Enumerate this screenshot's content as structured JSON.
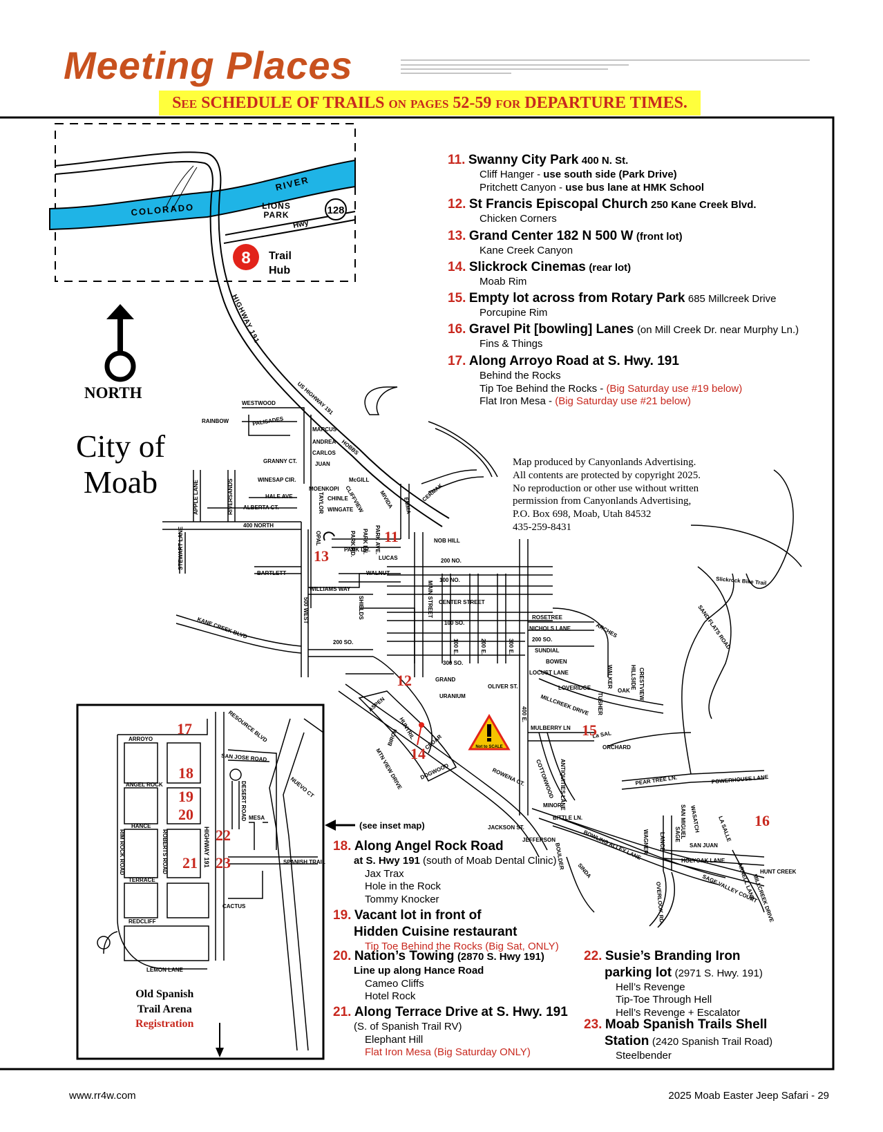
{
  "title": "Meeting Places",
  "schedule_banner": "See SCHEDULE OF TRAILS on pages 52-59 for DEPARTURE TIMES.",
  "map": {
    "river_name_1": "COLORADO",
    "river_name_2": "RIVER",
    "lions_park_1": "LIONS",
    "lions_park_2": "PARK",
    "hwy_label": "Hwy",
    "hwy_128": "128",
    "trail_hub_num": "8",
    "trail_hub_1": "Trail",
    "trail_hub_2": "Hub",
    "highway_191": "HIGHWAY 191",
    "us_highway_191": "US HIGHWAY 191",
    "north_label": "NORTH",
    "city_line1": "City of",
    "city_line2": "Moab",
    "not_to_scale": "Not to SCALE",
    "see_inset": "(see inset map)",
    "streets": {
      "westwood": "WESTWOOD",
      "rainbow": "RAINBOW",
      "palisades": "PALISADES",
      "marcus": "MARCUS",
      "andrea": "ANDREA",
      "carlos": "CARLOS",
      "juan": "JUAN",
      "hobbs": "HOBBS",
      "granny_ct": "GRANNY CT.",
      "winesap": "WINESAP CIR.",
      "mcgill": "McGILL",
      "moenkopi": "MOENKOPI",
      "chinle": "CHINLE",
      "wingate": "WINGATE",
      "hale": "HALE AVE",
      "alberta": "ALBERTA CT.",
      "apple": "APPLE LANE",
      "riversands": "RIVERSANDS",
      "north400": "400 NORTH",
      "stewart": "STEWART LANE",
      "taylor": "TAYLOR",
      "cliffview": "CLIFFVIEW",
      "mivida": "MIVIDA",
      "emma": "EMMA",
      "cermak": "CERMAK",
      "opal": "OPAL",
      "park_rd": "PARK RD.",
      "park_ln": "PARK LN.",
      "park_ave": "PARK AVE.",
      "park_dr": "PARK DR.",
      "lucas": "LUCAS",
      "nob_hill": "NOB HILL",
      "no200": "200 NO.",
      "bartlett": "BARTLETT",
      "walnut": "WALNUT",
      "no100": "100 NO.",
      "williams": "WILLIAMS WAY",
      "shields": "SHIELDS",
      "main": "MAIN STREET",
      "center": "CENTER STREET",
      "west500": "500 WEST",
      "kane_creek": "KANE CREEK BLVD",
      "so100": "100 SO.",
      "so200a": "200 SO.",
      "e100": "100 E.",
      "e200": "200 E.",
      "e300": "300 E.",
      "so300": "300 SO.",
      "grand": "GRAND",
      "uranium": "URANIUM",
      "rosetree": "ROSETREE",
      "nichols": "NICHOLS LANE",
      "so200b": "200 SO.",
      "sundial": "SUNDIAL",
      "bowen": "BOWEN",
      "locust": "LOCUST LANE",
      "arches": "ARCHES",
      "walker": "WALKER",
      "hillside": "HILLSIDE",
      "crestview": "CRESTVIEW",
      "oak": "OAK",
      "tusher": "TUSHER",
      "loveridge": "LOVERIDGE",
      "oliver": "OLIVER ST.",
      "millcreek_dr": "MILLCREEK DRIVE",
      "e400": "400 E.",
      "mulberry": "MULBERRY LN",
      "la_sal": "La SAL",
      "orchard": "ORCHARD",
      "aspen": "ASPEN",
      "hunt_ril": "HUNTRIL",
      "birch": "BIRCH",
      "mtn_view": "MTN VIEW DRIVE",
      "cedar": "CEDAR",
      "dogwood": "DOGWOOD",
      "rowena": "ROWENA CT.",
      "cottonwood": "COTTONWOOD",
      "antiquities": "ANTIQUITIES LANE",
      "minor": "MINOR",
      "bittle": "BITTLE LN.",
      "pear_tree": "PEAR TREE LN.",
      "powerhouse": "POWERHOUSE LANE",
      "jackson": "JACKSON ST.",
      "jefferson": "JEFFERSON",
      "bowling": "BOWLING ALLEY LANE",
      "wagner": "WAGNER",
      "lance": "LANCE",
      "sage": "SAGE",
      "san_miguel": "SAN MIGUEL",
      "wasatch": "WASATCH",
      "san_juan": "SAN JUAN",
      "la_salle": "LA SALLE",
      "holyoak": "HOLYOAK LANE",
      "sage_valley": "SAGE VALLEY COURT",
      "arnell": "ARNELL LANE",
      "millcreek_drive2": "MILLCREEK DRIVE",
      "hunt_creek": "HUNT CREEK",
      "boulder": "BOULDER",
      "sinda": "SINDA",
      "overlook": "OVERLOOK RD.",
      "slickrock": "Slickrock Bike Trail",
      "sand_flats": "SAND FLATS ROAD"
    },
    "inset_streets": {
      "resource": "RESOURCE BLVD",
      "arroyo": "ARROYO",
      "san_jose": "SAN JOSE ROAD",
      "angel_rock": "ANGEL ROCK",
      "nuevo": "NUEVO CT",
      "desert": "DESERT ROAD",
      "mesa": "MESA",
      "hance": "HANCE",
      "rim_rock": "RIM ROCK ROAD",
      "roberts": "ROBERTS ROAD",
      "hwy191": "HIGHWAY 191",
      "spanish_trail": "SPANISH TRAIL",
      "terrace": "TERRACE",
      "cactus": "CACTUS",
      "redcliff": "REDCLIFF",
      "lemon": "LEMON LANE"
    },
    "markers": {
      "m11": "11",
      "m12": "12",
      "m13": "13",
      "m14": "14",
      "m15": "15",
      "m16": "16",
      "m17": "17",
      "m18": "18",
      "m19": "19",
      "m20": "20",
      "m21": "21",
      "m22": "22",
      "m23": "23"
    },
    "arena_1": "Old Spanish",
    "arena_2": "Trail Arena",
    "arena_3": "Registration"
  },
  "listings": {
    "l11": {
      "num": "11.",
      "name": "Swanny City Park",
      "addr": "400 N. St.",
      "s1a": "Cliff Hanger - ",
      "s1b": "use south side (Park Drive)",
      "s2a": "Pritchett Canyon  - ",
      "s2b": "use bus lane at HMK School"
    },
    "l12": {
      "num": "12.",
      "name": "St Francis Episcopal Church",
      "addr": "250 Kane Creek Blvd.",
      "s1": "Chicken Corners"
    },
    "l13": {
      "num": "13.",
      "name": "Grand Center 182 N 500 W",
      "addr": "(front lot)",
      "s1": "Kane Creek Canyon"
    },
    "l14": {
      "num": "14.",
      "name": "Slickrock Cinemas",
      "addr": "(rear lot)",
      "s1": "Moab Rim"
    },
    "l15": {
      "num": "15.",
      "name": "Empty lot across from Rotary Park",
      "addr": "685 Millcreek Drive",
      "s1": "Porcupine Rim"
    },
    "l16": {
      "num": "16.",
      "name": "Gravel Pit [bowling] Lanes",
      "addr": "(on Mill Creek Dr. near Murphy Ln.)",
      "s1": "Fins & Things"
    },
    "l17": {
      "num": "17.",
      "name": "Along Arroyo Road at S. Hwy. 191",
      "s1": "Behind the Rocks",
      "s2a": "Tip Toe Behind the Rocks - ",
      "s2b": "(Big Saturday use #19 below)",
      "s3a": "Flat Iron Mesa - ",
      "s3b": "(Big Saturday use #21 below)"
    },
    "l18": {
      "num": "18.",
      "name": "Along Angel Rock Road",
      "addr_a": "at S. Hwy 191",
      "addr_b": " (south of Moab Dental Clinic)",
      "s1": "Jax Trax",
      "s2": "Hole in the Rock",
      "s3": "Tommy Knocker"
    },
    "l19": {
      "num": "19.",
      "name1": "Vacant lot in front of",
      "name2": "Hidden Cuisine restaurant",
      "s1": "Tip Toe Behind the Rocks (Big Sat, ONLY)"
    },
    "l20": {
      "num": "20.",
      "name": "Nation’s Towing",
      "addr": "(2870 S. Hwy 191)",
      "a2": "Line up along Hance Road",
      "s1": "Cameo Cliffs",
      "s2": "Hotel Rock"
    },
    "l21": {
      "num": "21.",
      "name": "Along Terrace Drive",
      "addr": "at S. Hwy. 191",
      "a2": "(S. of Spanish Trail RV)",
      "s1": "Elephant Hill",
      "s2": "Flat Iron Mesa (Big Saturday ONLY)"
    },
    "l22": {
      "num": "22.",
      "name1": "Susie’s Branding Iron",
      "name2": "parking lot",
      "addr": "(2971 S. Hwy. 191)",
      "s1": "Hell’s Revenge",
      "s2": "Tip-Toe Through Hell",
      "s3": "Hell’s Revenge + Escalator"
    },
    "l23": {
      "num": "23.",
      "name1": "Moab Spanish Trails Shell",
      "name2": "Station",
      "addr": "(2420 Spanish Trail Road)",
      "s1": "Steelbender"
    }
  },
  "copyright": {
    "l1": "Map produced by Canyonlands Advertising.",
    "l2": "All contents are protected by copyright 2025.",
    "l3": "No reproduction or other use without written",
    "l4": "permission from Canyonlands Advertising,",
    "l5": "P.O. Box 698, Moab, Utah 84532",
    "l6": "435-259-8431"
  },
  "footer": {
    "left": "www.rr4w.com",
    "right": "2025 Moab Easter Jeep Safari - 29"
  },
  "colors": {
    "title": "#c8511e",
    "banner_bg": "#ffff3c",
    "accent_red": "#c8281e",
    "river": "#1fb4e6"
  }
}
